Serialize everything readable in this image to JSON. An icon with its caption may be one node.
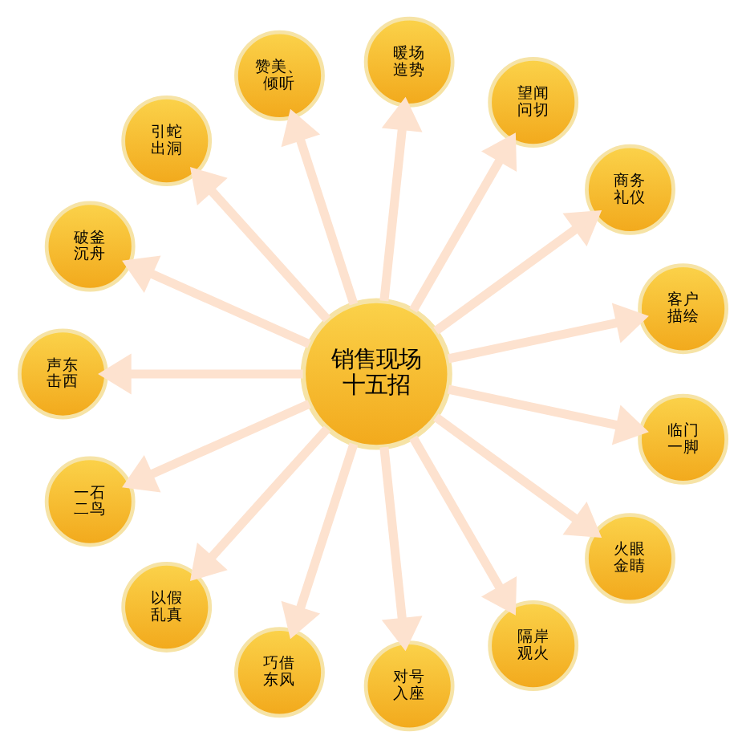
{
  "diagram": {
    "nodes": [
      {
        "text": [
          "销售现场十五招"
        ]
      },
      {
        "text": [
          "客户描绘"
        ]
      },
      {
        "text": [
          "商务礼仪"
        ]
      },
      {
        "text": [
          "望闻问切"
        ]
      },
      {
        "text": [
          "暖场造势"
        ]
      },
      {
        "text": [
          "赞美、倾听"
        ]
      },
      {
        "text": [
          "引蛇出洞"
        ]
      },
      {
        "text": [
          "破釜沉舟"
        ]
      },
      {
        "text": [
          "声东击西"
        ]
      },
      {
        "text": [
          "一石二鸟"
        ]
      },
      {
        "text": [
          "以假乱真"
        ]
      },
      {
        "text": [
          "巧借东风"
        ]
      },
      {
        "text": [
          "对号入座"
        ]
      },
      {
        "text": [
          "隔岸观火"
        ]
      },
      {
        "text": [
          "火眼金睛"
        ]
      },
      {
        "text": [
          "临门一脚"
        ]
      }
    ],
    "edges": [
      {
        "from": 0,
        "to": 1,
        "arrow": "to"
      },
      {
        "from": 0,
        "to": 2,
        "arrow": "to"
      },
      {
        "from": 0,
        "to": 3,
        "arrow": "to"
      },
      {
        "from": 0,
        "to": 4,
        "arrow": "to"
      },
      {
        "from": 0,
        "to": 5,
        "arrow": "to"
      },
      {
        "from": 0,
        "to": 6,
        "arrow": "to"
      },
      {
        "from": 0,
        "to": 7,
        "arrow": "to"
      },
      {
        "from": 0,
        "to": 8,
        "arrow": "to"
      },
      {
        "from": 0,
        "to": 9,
        "arrow": "to"
      },
      {
        "from": 0,
        "to": 10,
        "arrow": "to"
      },
      {
        "from": 0,
        "to": 11,
        "arrow": "to"
      },
      {
        "from": 0,
        "to": 12,
        "arrow": "to"
      },
      {
        "from": 0,
        "to": 13,
        "arrow": "to"
      },
      {
        "from": 0,
        "to": 14,
        "arrow": "to"
      },
      {
        "from": 0,
        "to": 15,
        "arrow": "to"
      }
    ]
  }
}
